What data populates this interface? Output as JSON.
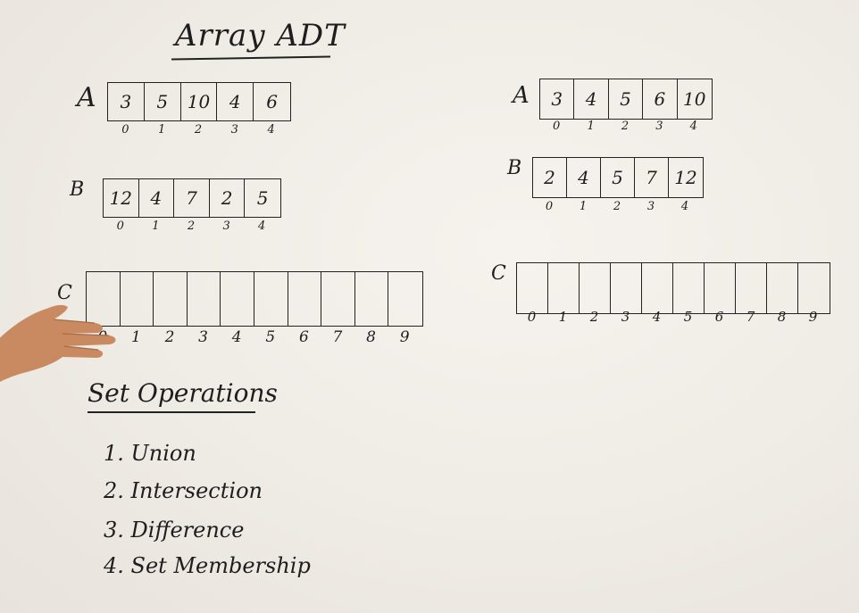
{
  "title": "Array ADT",
  "left": {
    "A": {
      "label": "A",
      "values": [
        "3",
        "5",
        "10",
        "4",
        "6"
      ],
      "indices": [
        "0",
        "1",
        "2",
        "3",
        "4"
      ]
    },
    "B": {
      "label": "B",
      "values": [
        "12",
        "4",
        "7",
        "2",
        "5"
      ],
      "indices": [
        "0",
        "1",
        "2",
        "3",
        "4"
      ]
    },
    "C": {
      "label": "C",
      "values": [
        "",
        "",
        "",
        "",
        "",
        "",
        "",
        "",
        "",
        ""
      ],
      "indices": [
        "0",
        "1",
        "2",
        "3",
        "4",
        "5",
        "6",
        "7",
        "8",
        "9"
      ]
    }
  },
  "right": {
    "A": {
      "label": "A",
      "values": [
        "3",
        "4",
        "5",
        "6",
        "10"
      ],
      "indices": [
        "0",
        "1",
        "2",
        "3",
        "4"
      ]
    },
    "B": {
      "label": "B",
      "values": [
        "2",
        "4",
        "5",
        "7",
        "12"
      ],
      "indices": [
        "0",
        "1",
        "2",
        "3",
        "4"
      ]
    },
    "C": {
      "label": "C",
      "values": [
        "",
        "",
        "",
        "",
        "",
        "",
        "",
        "",
        "",
        ""
      ],
      "indices": [
        "0",
        "1",
        "2",
        "3",
        "4",
        "5",
        "6",
        "7",
        "8",
        "9"
      ]
    }
  },
  "set_operations": {
    "heading": "Set Operations",
    "items": [
      "1. Union",
      "2. Intersection",
      "3. Difference",
      "4. Set Membership"
    ]
  },
  "colors": {
    "board": "#f1ede7",
    "ink": "#1e1e1e",
    "skin": "#c98a62"
  }
}
